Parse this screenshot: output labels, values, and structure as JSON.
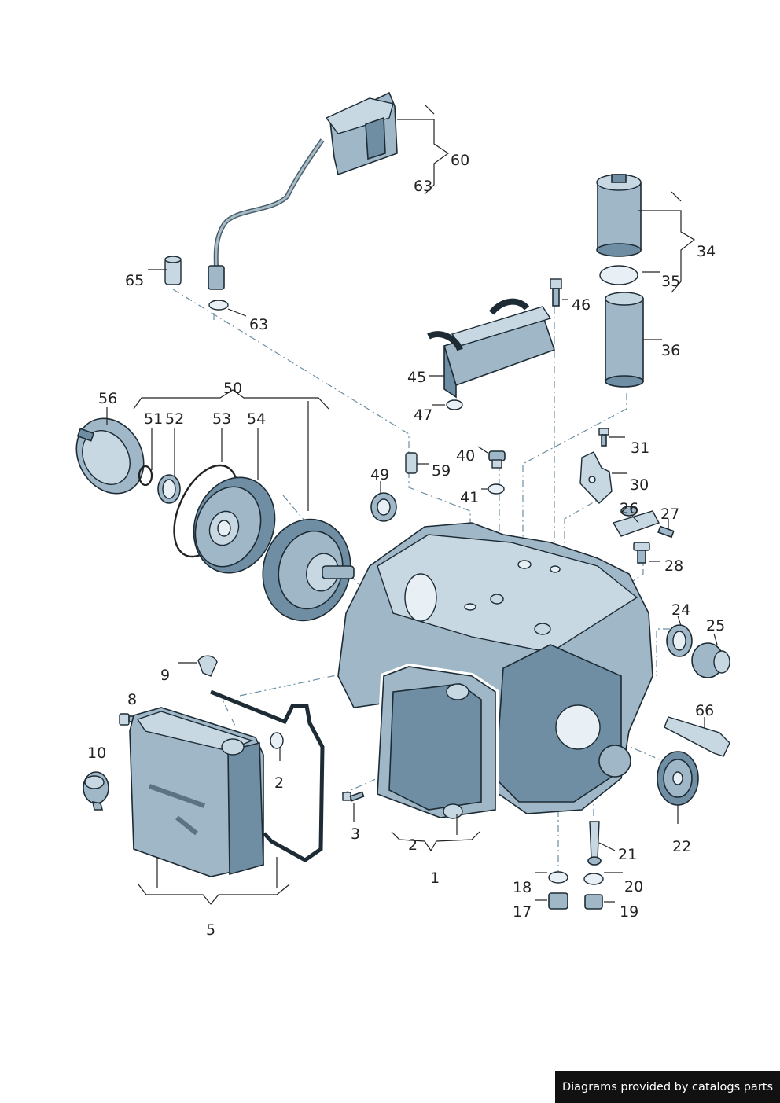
{
  "labels": [
    "1",
    "2",
    "2",
    "3",
    "5",
    "8",
    "9",
    "10",
    "17",
    "18",
    "19",
    "20",
    "21",
    "22",
    "24",
    "25",
    "26",
    "27",
    "28",
    "30",
    "31",
    "34",
    "35",
    "36",
    "40",
    "41",
    "45",
    "46",
    "47",
    "49",
    "50",
    "51",
    "52",
    "53",
    "54",
    "56",
    "59",
    "60",
    "63",
    "63",
    "65",
    "66"
  ],
  "footer": {
    "text": "Diagrams provided by catalogs parts"
  }
}
